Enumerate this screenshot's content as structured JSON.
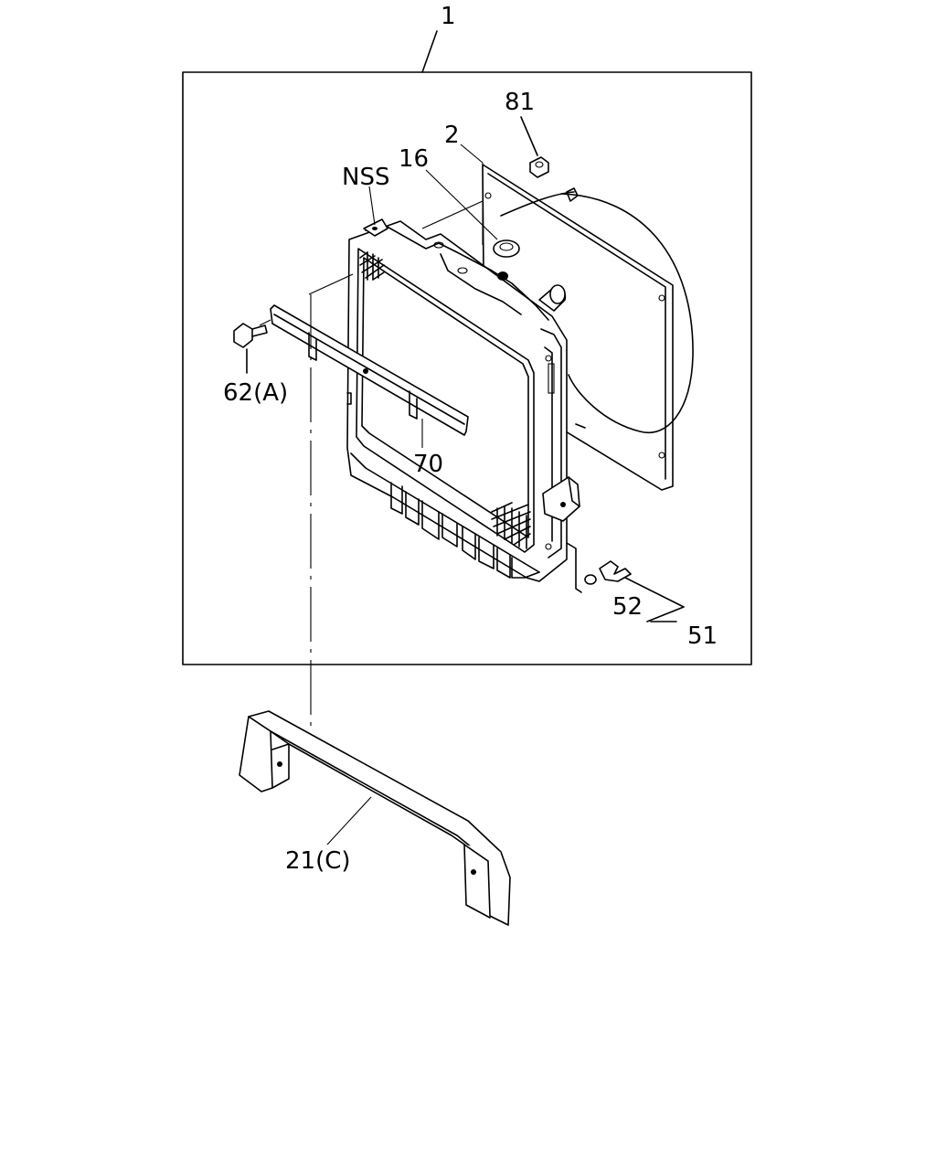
{
  "diagram": {
    "callouts": {
      "assembly": "1",
      "shroud_gasket": "2",
      "cap": "16",
      "bracket": "21(C)",
      "drain_cock": "51",
      "drain_washer": "52",
      "bolt": "62(A)",
      "stay": "70",
      "nut": "81",
      "nss": "NSS"
    },
    "colors": {
      "line": "#000000",
      "background": "#ffffff"
    }
  }
}
